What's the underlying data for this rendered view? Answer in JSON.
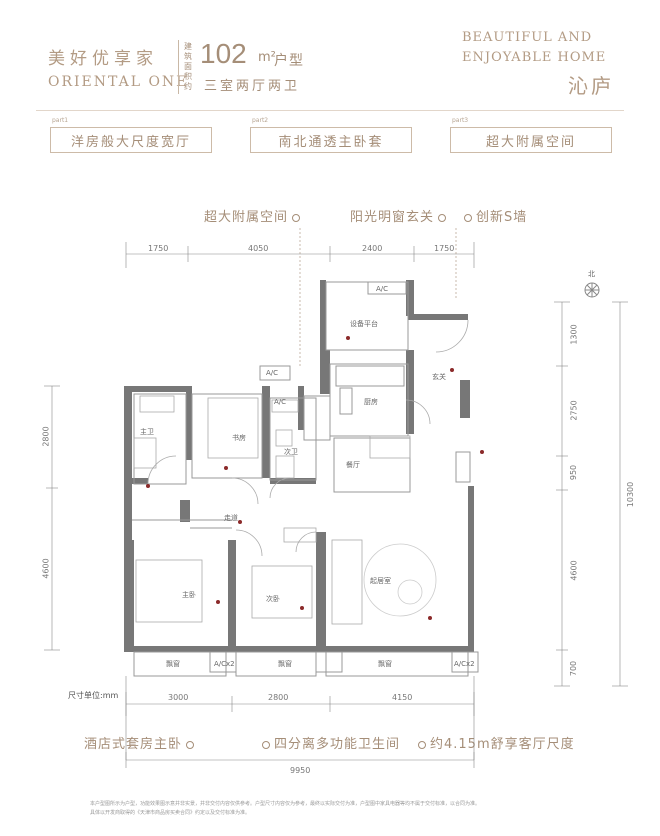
{
  "header": {
    "brand_cn": "美好优享家",
    "brand_en": "ORIENTAL ONE",
    "area_label": "建筑面积约",
    "area": "102",
    "unit": "m²",
    "type_label": "户型",
    "rooms": "三室两厅两卫",
    "slogan_line1": "BEAUTIFUL AND",
    "slogan_line2": "ENJOYABLE HOME",
    "plan_name": "沁庐"
  },
  "parts": [
    {
      "tag": "part1",
      "label": "洋房般大尺度宽厅"
    },
    {
      "tag": "part2",
      "label": "南北通透主卧套"
    },
    {
      "tag": "part3",
      "label": "超大附属空间"
    }
  ],
  "features_top": [
    "超大附属空间",
    "阳光明窗玄关",
    "创新S墙"
  ],
  "features_bottom": [
    "酒店式套房主卧",
    "四分离多功能卫生间",
    "约4.15m舒享客厅尺度"
  ],
  "dimensions": {
    "top": [
      "1750",
      "4050",
      "2400",
      "1750"
    ],
    "bottom": [
      "3000",
      "2800",
      "4150"
    ],
    "total_width": "9950",
    "left": [
      "2800",
      "4600"
    ],
    "right": [
      "1300",
      "2750",
      "950",
      "4600",
      "700"
    ],
    "total_depth": "10300",
    "unit_note": "尺寸单位:mm"
  },
  "rooms": {
    "equipment": "设备平台",
    "kitchen": "厨房",
    "entry": "玄关",
    "dining": "餐厅",
    "master_bath": "主卫",
    "study": "书房",
    "second_bath": "次卫",
    "corridor": "走道",
    "living": "起居室",
    "master": "主卧",
    "second": "次卧",
    "bay1": "飘窗",
    "bay2": "飘窗",
    "bay3": "飘窗",
    "ac1": "A/C",
    "ac2": "A/C",
    "ac3": "A/C",
    "ac4": "A/Cx2",
    "ac5": "A/Cx2",
    "north": "北"
  },
  "footnote_line1": "本户型图所示为户型，功能效果图示意并非实景，并非交付内容仅供参考。户型尺寸内容仅为参考，最终以实际交付为准，户型图中家具电器等均不属于交付标准，以合同为准。",
  "footnote_line2": "具体以开发商取得的《天津市商品房买卖合同》约定以及交付标准为准。"
}
